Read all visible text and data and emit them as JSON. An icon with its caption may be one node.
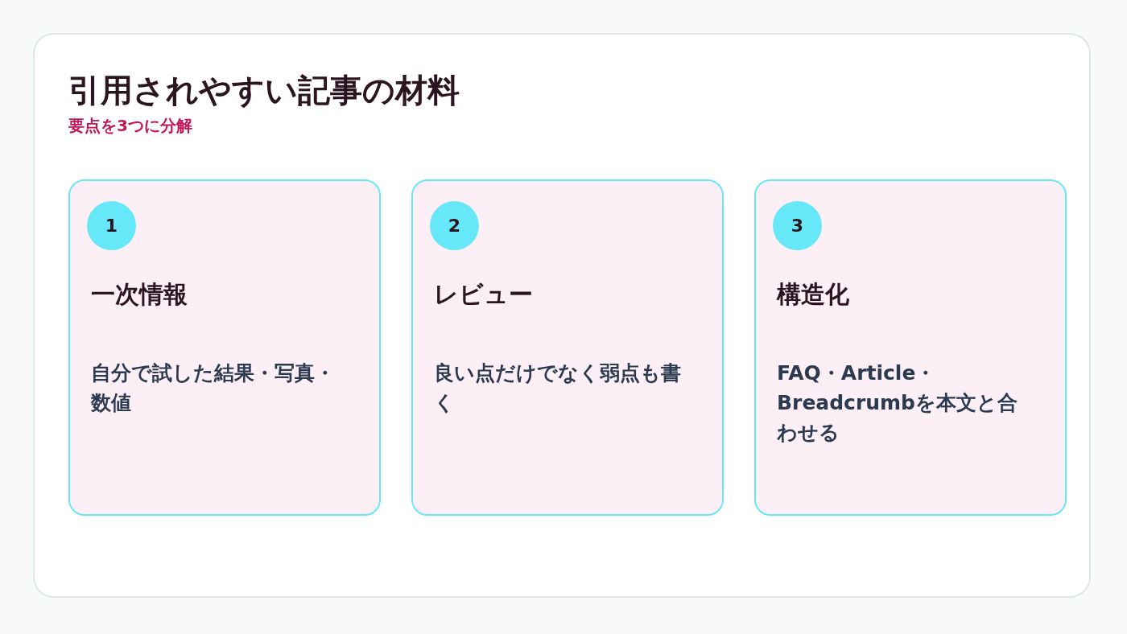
{
  "diagram": {
    "title": "引用されやすい記事の材料",
    "nodes": [
      {
        "text": [
          "一次情報",
          "自分で試した結果・写真・数値"
        ]
      },
      {
        "text": [
          "1"
        ],
        "in": 0
      },
      {
        "text": [
          "レビュー",
          "良い点だけでなく弱点も書く"
        ]
      },
      {
        "text": [
          "2"
        ],
        "in": 2
      },
      {
        "text": [
          "構造化",
          "FAQ・Article・Breadcrumbを本文と合わせる"
        ]
      },
      {
        "text": [
          "3"
        ],
        "in": 4
      }
    ],
    "edges": [],
    "labels": [
      "要点を3つに分解"
    ]
  }
}
